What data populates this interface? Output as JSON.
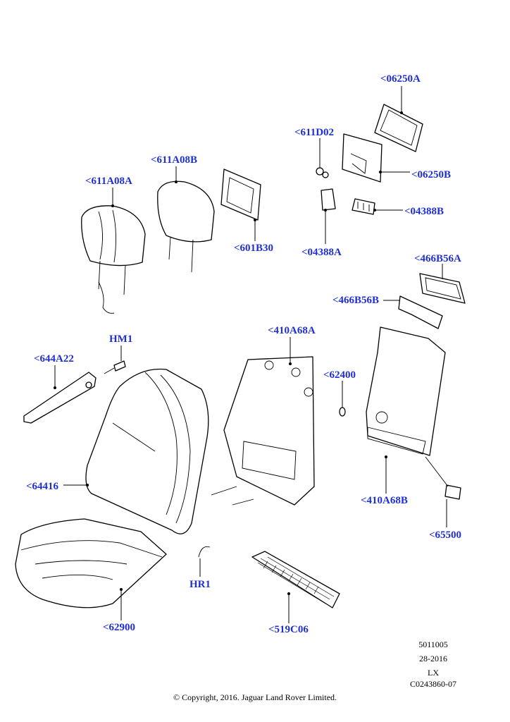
{
  "callouts": {
    "c06250A": "<06250A",
    "c611D02": "<611D02",
    "c06250B": "<06250B",
    "c04388B": "<04388B",
    "c04388A": "<04388A",
    "c611A08B": "<611A08B",
    "c611A08A": "<611A08A",
    "c601B30": "<601B30",
    "c466B56A": "<466B56A",
    "c466B56B": "<466B56B",
    "cHM1": "HM1",
    "c644A22": "<644A22",
    "c410A68A": "<410A68A",
    "c62400": "<62400",
    "c64416": "<64416",
    "c410A68B": "<410A68B",
    "c65500": "<65500",
    "cHR1": "HR1",
    "c62900": "<62900",
    "c519C06": "<519C06"
  },
  "meta": {
    "line1": "5011005",
    "line2": "28-2016",
    "line3": "LX",
    "line4": "C0243860-07"
  },
  "copyright": "© Copyright, 2016. Jaguar Land Rover Limited."
}
